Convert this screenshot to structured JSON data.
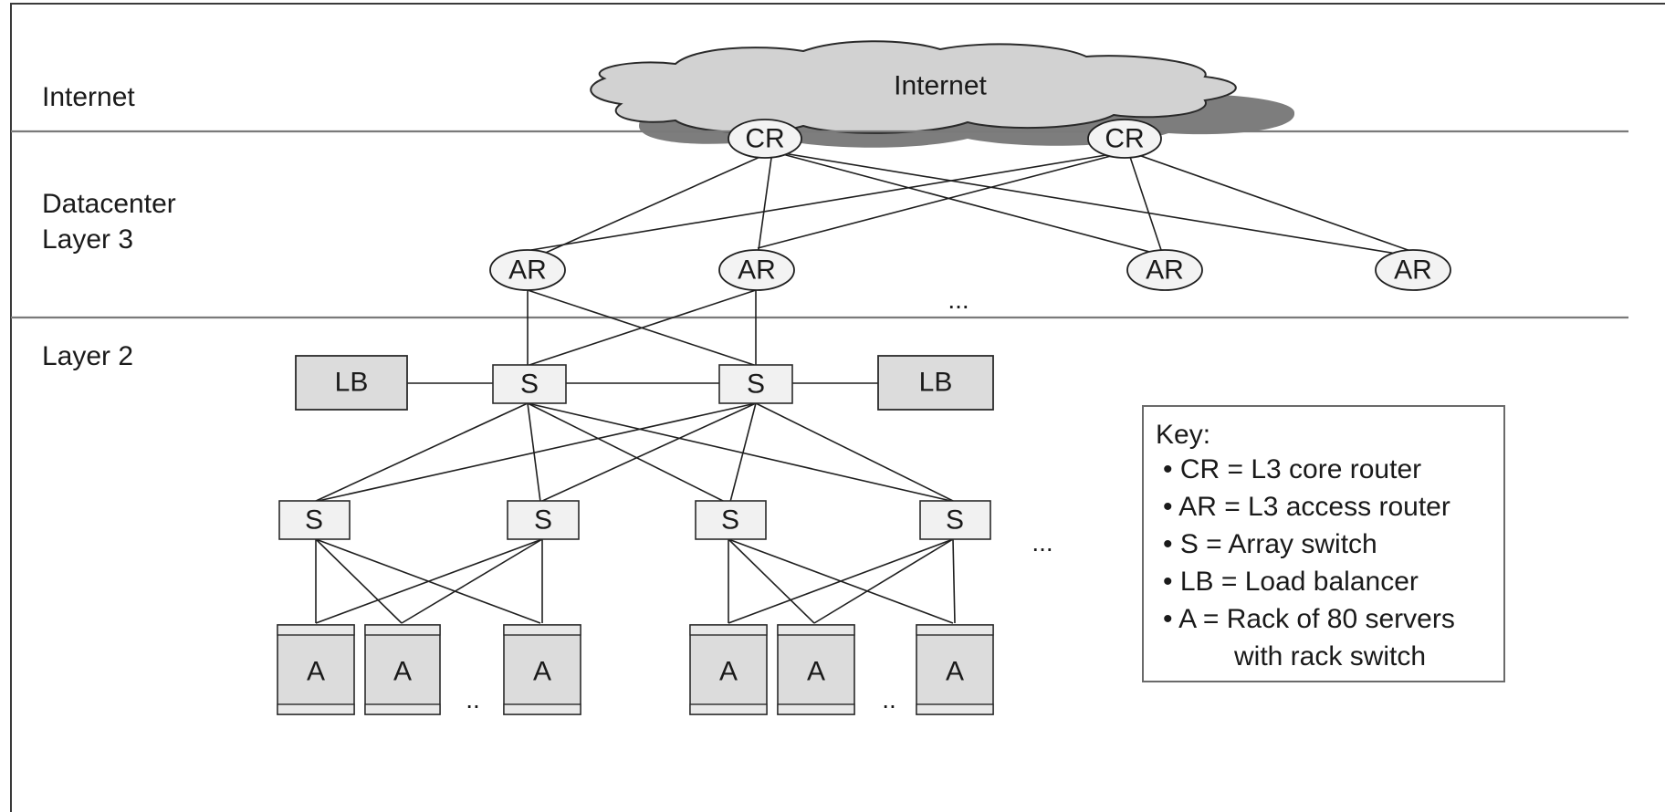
{
  "layers": {
    "internet": "Internet",
    "datacenter_l3_line1": "Datacenter",
    "datacenter_l3_line2": "Layer 3",
    "layer2": "Layer 2"
  },
  "cloud_label": "Internet",
  "nodes": {
    "core_router": "CR",
    "access_router": "AR",
    "switch": "S",
    "load_balancer": "LB",
    "rack": "A"
  },
  "ellipsis": {
    "access_routers": "...",
    "switches": "...",
    "racks": ".."
  },
  "key": {
    "title": "Key:",
    "items": [
      "• CR = L3 core router",
      "• AR = L3 access router",
      "• S = Array switch",
      "• LB = Load balancer",
      "• A = Rack of 80 servers"
    ],
    "continuation": "with rack switch"
  }
}
